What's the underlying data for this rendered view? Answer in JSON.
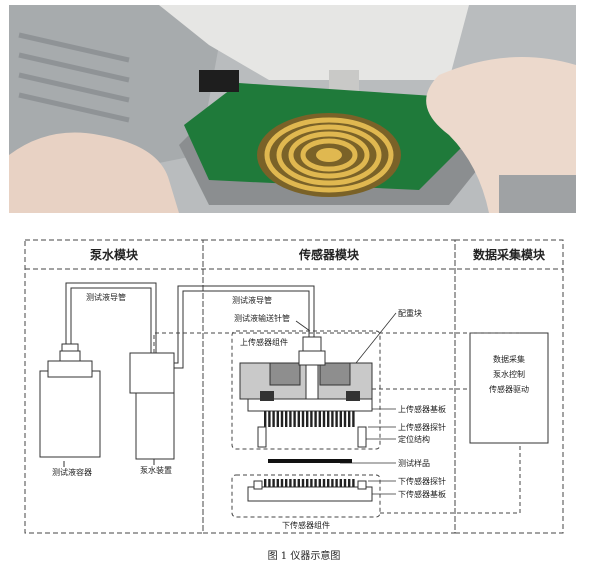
{
  "modules": {
    "pump": "泵水模块",
    "sensor": "传感器模块",
    "daq": "数据采集模块"
  },
  "pump_labels": {
    "tube1": "测试液导管",
    "container": "测试液容器",
    "pump_device": "泵水装置"
  },
  "sensor_labels": {
    "tube2": "测试液导管",
    "needle_tube": "测试液输送针管",
    "weight_block": "配重块",
    "upper_assembly": "上传感器组件",
    "upper_board": "上传感器基板",
    "upper_probe": "上传感器探针",
    "positioning": "定位结构",
    "sample": "测试样品",
    "lower_probe": "下传感器探针",
    "lower_board": "下传感器基板",
    "lower_assembly": "下传感器组件"
  },
  "daq_box": {
    "line1": "数据采集",
    "line2": "泵水控制",
    "line3": "传感器驱动"
  },
  "caption": "图 1   仪器示意图"
}
